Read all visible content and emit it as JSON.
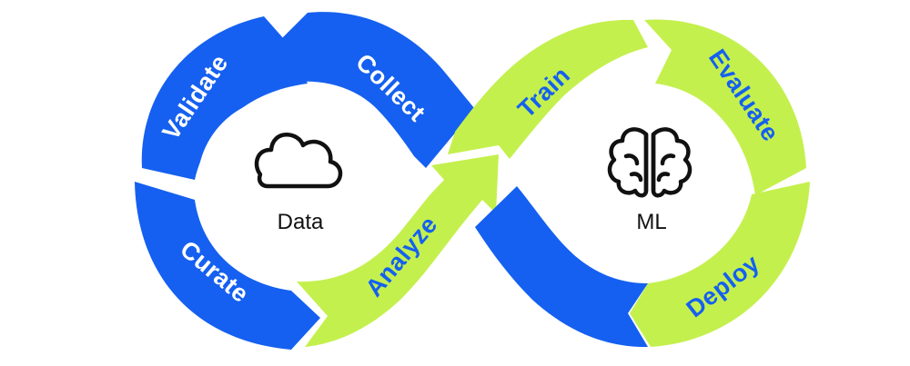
{
  "colors": {
    "blue": "#1560F0",
    "green": "#C4F04E",
    "white": "#FFFFFF",
    "icon": "#111111",
    "label_on_blue": "#FFFFFF",
    "label_on_green": "#1560F0"
  },
  "left_hub": {
    "label": "Data",
    "icon": "cloud-icon"
  },
  "right_hub": {
    "label": "ML",
    "icon": "brain-icon"
  },
  "segments": {
    "validate": "Validate",
    "collect": "Collect",
    "curate": "Curate",
    "analyze": "Analyze",
    "train": "Train",
    "evaluate": "Evaluate",
    "deploy": "Deploy"
  }
}
